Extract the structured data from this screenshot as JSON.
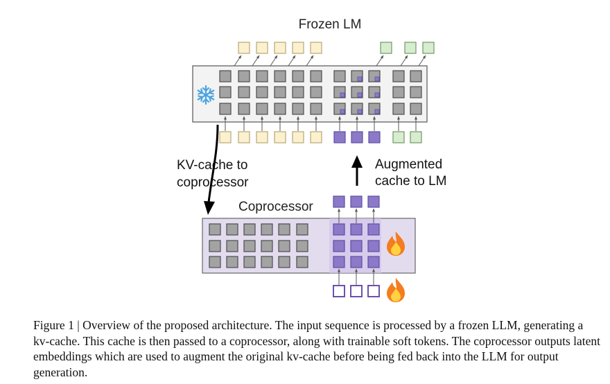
{
  "figure": {
    "frozen_lm_label": "Frozen LM",
    "coprocessor_label": "Coprocessor",
    "kv_cache_label_line1": "KV-cache to",
    "kv_cache_label_line2": "coprocessor",
    "augmented_label_line1": "Augmented",
    "augmented_label_line2": "cache to LM",
    "colors": {
      "input_token": "#fbf1cf",
      "input_token_border": "#b8a778",
      "output_token_green": "#d8ecd0",
      "output_token_green_border": "#6f9a62",
      "latent_purple": "#8c79c7",
      "latent_purple_border": "#5f4ea6",
      "cache_gray": "#a3a3a3",
      "cache_gray_border": "#4d4d4d",
      "lm_box": "#f3f3f3",
      "coprocessor_box": "#e3dcef",
      "soft_token_border": "#5c3ea8"
    },
    "icons": [
      "snowflake-icon",
      "fire-icon",
      "fire-icon"
    ]
  },
  "caption": {
    "text": "Figure 1 | Overview of the proposed architecture. The input sequence is processed by a frozen LLM, generating a kv-cache. This cache is then passed to a coprocessor, along with trainable soft tokens. The coprocessor outputs latent embeddings which are used to augment the original kv-cache before being fed back into the LLM for output generation."
  }
}
